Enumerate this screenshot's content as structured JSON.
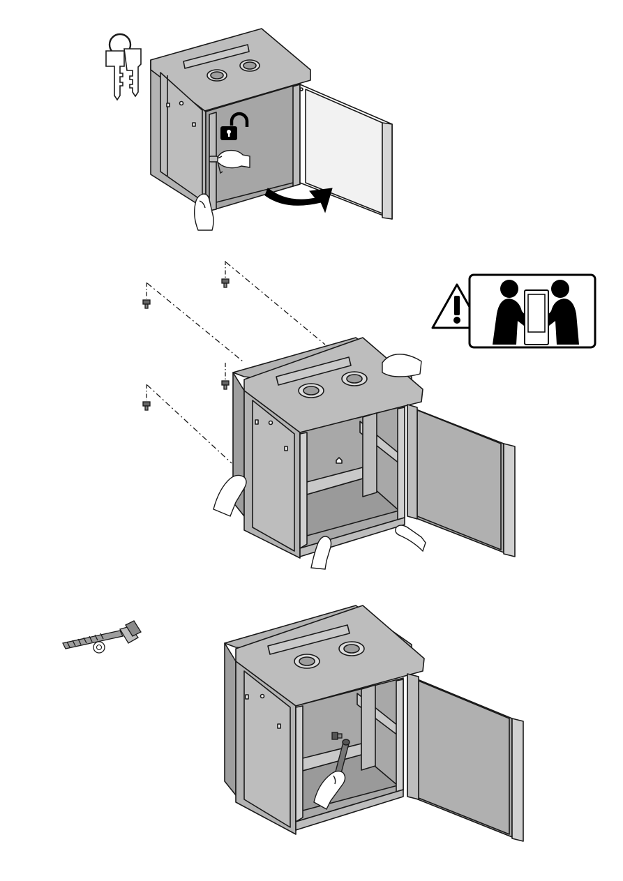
{
  "document": {
    "type": "assembly-instruction-sheet",
    "steps": [
      {
        "id": "unlock-and-open-door",
        "icons": [
          "keys-icon",
          "unlocked-padlock-icon",
          "rotate-arrow-icon"
        ]
      },
      {
        "id": "mount-cabinet-to-wall",
        "icons": [
          "screw-icon",
          "two-person-lift-warning-icon"
        ],
        "screw_count": 4
      },
      {
        "id": "attach-grounding-bolt",
        "icons": [
          "screwdriver-icon",
          "washer-icon"
        ]
      }
    ],
    "colors": {
      "cabinet_fill": "#bdbdbd",
      "cabinet_dark": "#9e9e9e",
      "interior": "#a8a8a8",
      "outline": "#1a1a1a",
      "warning_fill": "#000000"
    }
  }
}
